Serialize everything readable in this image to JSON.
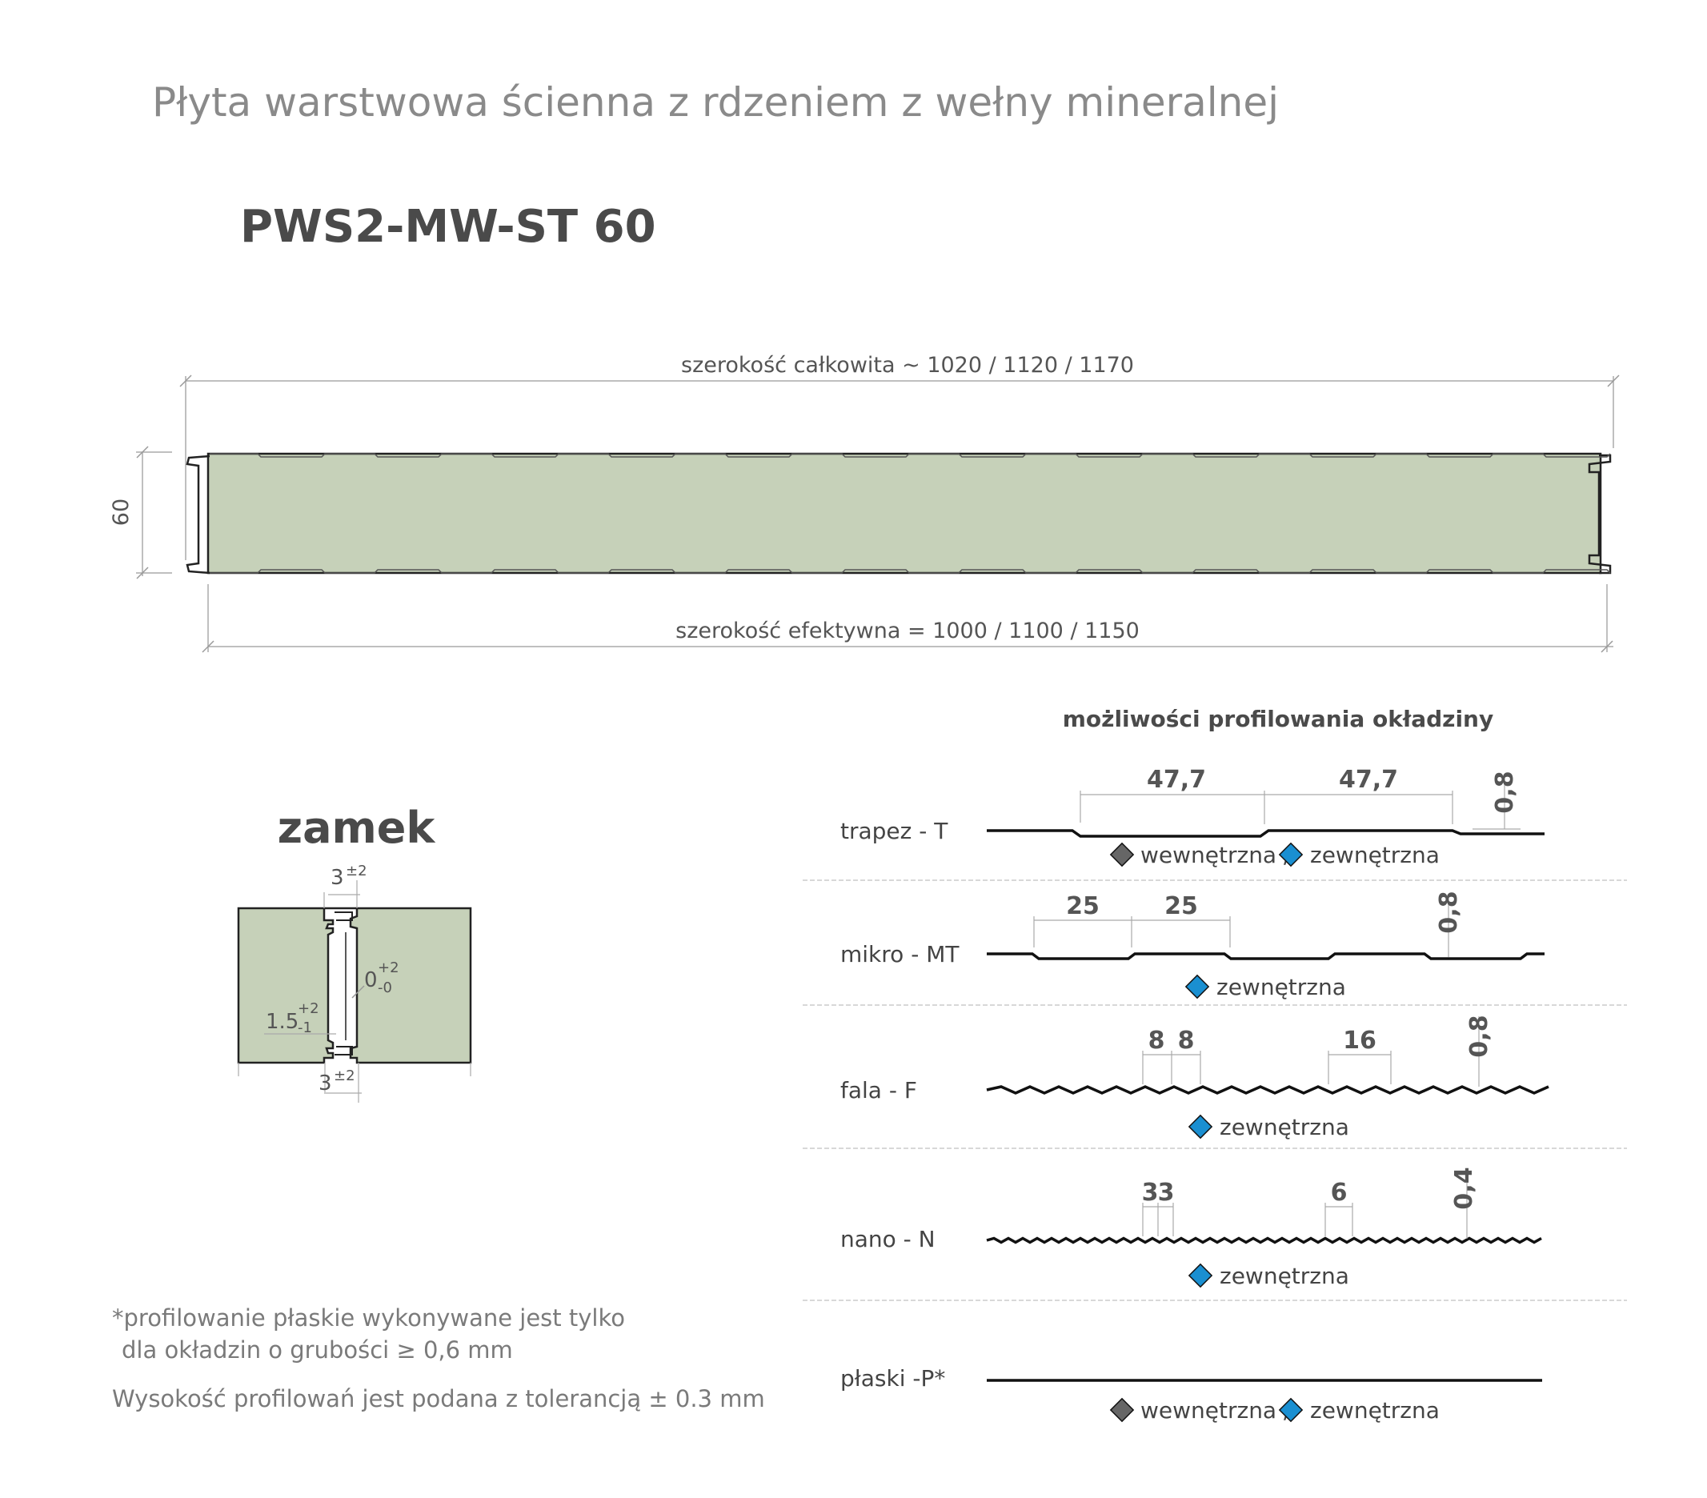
{
  "title": "Płyta warstwowa ścienna z rdzeniem z wełny mineralnej",
  "product_code": "PWS2-MW-ST 60",
  "panel": {
    "total_width_label": "szerokość całkowita ~ 1020 / 1120 / 1170",
    "effective_width_label": "szerokość efektywna = 1000 / 1100 / 1150",
    "thickness_label": "60",
    "core_color": "#c6d1b9"
  },
  "lock": {
    "title": "zamek",
    "top_gap": "3",
    "top_gap_tol": "±2",
    "center_gap": "0",
    "center_gap_tol_plus": "+2",
    "center_gap_tol_minus": "-0",
    "side_gap": "1.5",
    "side_gap_tol_plus": "+2",
    "side_gap_tol_minus": "-1",
    "bottom_gap": "3",
    "bottom_gap_tol": "±2"
  },
  "profiles": {
    "heading": "możliwości profilowania okładziny",
    "legend_inner": "wewnętrzna /",
    "legend_outer": "zewnętrzna",
    "inner_color": "#666666",
    "outer_color": "#1a8fd1",
    "items": [
      {
        "label": "trapez - T",
        "dims": [
          "47,7",
          "47,7"
        ],
        "height": "0,8"
      },
      {
        "label": "mikro - MT",
        "dims": [
          "25",
          "25"
        ],
        "height": "0,8"
      },
      {
        "label": "fala - F",
        "dims": [
          "8",
          "8",
          "16"
        ],
        "height": "0,8"
      },
      {
        "label": "nano - N",
        "dims": [
          "3",
          "3",
          "6"
        ],
        "height": "0,4"
      },
      {
        "label": "płaski -P*"
      }
    ]
  },
  "notes": {
    "line1": "*profilowanie płaskie wykonywane jest tylko",
    "line2": "dla okładzin o grubości ≥ 0,6 mm",
    "line3": "Wysokość profilowań jest podana z tolerancją ± 0.3 mm"
  }
}
